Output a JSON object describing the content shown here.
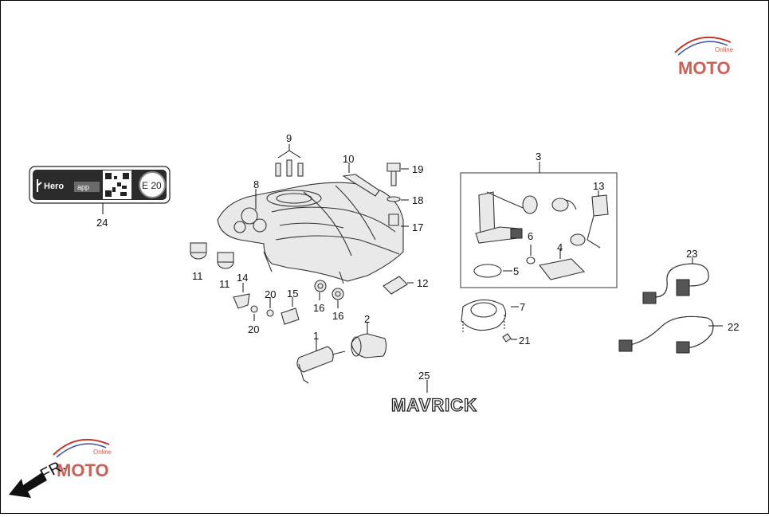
{
  "callouts": [
    "1",
    "2",
    "3",
    "4",
    "5",
    "6",
    "7",
    "8",
    "9",
    "10",
    "11",
    "11",
    "12",
    "13",
    "14",
    "15",
    "16",
    "16",
    "17",
    "18",
    "19",
    "20",
    "20",
    "21",
    "22",
    "23",
    "24",
    "25"
  ],
  "sticker": {
    "brand": "Hero",
    "app": "app",
    "grade": "E 20"
  },
  "model_badge": "MAVRICK",
  "watermark": {
    "brand": "MOTO",
    "sub": "Online"
  },
  "direction": "FR.",
  "colors": {
    "line": "#333333",
    "watermark_red": "#c0392b",
    "watermark_blue": "#3b4fa8"
  }
}
